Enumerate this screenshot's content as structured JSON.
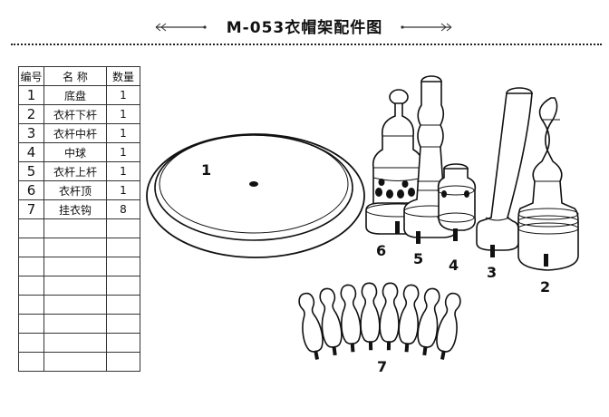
{
  "title": "M-053衣帽架配件图",
  "table": {
    "headers": [
      "编号",
      "名 称",
      "数量"
    ],
    "rows": [
      {
        "no": "1",
        "name": "底盘",
        "qty": "1"
      },
      {
        "no": "2",
        "name": "衣杆下杆",
        "qty": "1"
      },
      {
        "no": "3",
        "name": "衣杆中杆",
        "qty": "1"
      },
      {
        "no": "4",
        "name": "中球",
        "qty": "1"
      },
      {
        "no": "5",
        "name": "衣杆上杆",
        "qty": "1"
      },
      {
        "no": "6",
        "name": "衣杆顶",
        "qty": "1"
      },
      {
        "no": "7",
        "name": "挂衣钩",
        "qty": "8"
      }
    ],
    "empty_rows": 8
  },
  "labels": {
    "base": "1",
    "lower_pole": "2",
    "middle_pole": "3",
    "ball": "4",
    "upper_pole": "5",
    "top": "6",
    "hooks": "7"
  }
}
